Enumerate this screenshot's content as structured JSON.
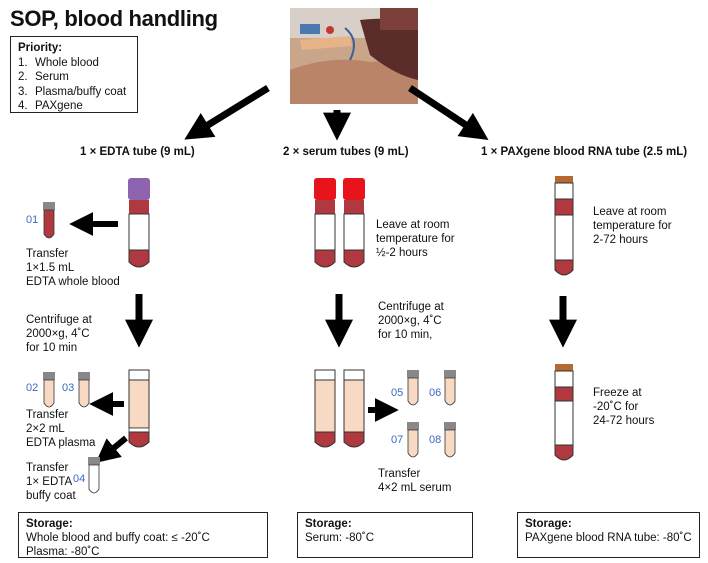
{
  "title": "SOP, blood handling",
  "priority": {
    "heading": "Priority:",
    "items": [
      {
        "num": "1.",
        "label": "Whole blood"
      },
      {
        "num": "2.",
        "label": "Serum"
      },
      {
        "num": "3.",
        "label": "Plasma/buffy coat"
      },
      {
        "num": "4.",
        "label": "PAXgene"
      }
    ]
  },
  "columns": {
    "edta": {
      "heading": "1 × EDTA tube (9 mL)",
      "transfer_whole_blood": [
        "Transfer",
        "1×1.5 mL",
        "EDTA whole blood"
      ],
      "centrifuge": [
        "Centrifuge at",
        "2000×g, 4˚C",
        "for 10 min"
      ],
      "transfer_plasma": [
        "Transfer",
        "2×2 mL",
        "EDTA plasma"
      ],
      "transfer_buffy": [
        "Transfer",
        "1× EDTA",
        "buffy coat"
      ],
      "aliquot_labels": {
        "a01": "01",
        "a02": "02",
        "a03": "03",
        "a04": "04"
      },
      "storage": {
        "heading": "Storage:",
        "lines": [
          "Whole blood and buffy coat: ≤ -20˚C",
          "Plasma: -80˚C"
        ]
      }
    },
    "serum": {
      "heading": "2 × serum tubes (9 mL)",
      "leave": [
        "Leave at room",
        "temperature for",
        "½-2 hours"
      ],
      "centrifuge": [
        "Centrifuge at",
        "2000×g, 4˚C",
        "for 10 min,"
      ],
      "transfer": [
        "Transfer",
        "4×2 mL serum"
      ],
      "aliquot_labels": {
        "a05": "05",
        "a06": "06",
        "a07": "07",
        "a08": "08"
      },
      "storage": {
        "heading": "Storage:",
        "lines": [
          "Serum: -80˚C"
        ]
      }
    },
    "paxgene": {
      "heading": "1 × PAXgene blood RNA tube (2.5 mL)",
      "leave": [
        "Leave at room",
        "temperature for",
        "2-72 hours"
      ],
      "freeze": [
        "Freeze at",
        "-20˚C for",
        "24-72 hours"
      ],
      "storage": {
        "heading": "Storage:",
        "lines": [
          "PAXgene blood RNA tube: -80˚C"
        ]
      }
    }
  },
  "colors": {
    "blood": "#b0383f",
    "plasma": "#f8d9c4",
    "edta_cap": "#8e63b0",
    "serum_cap": "#e8141c",
    "pax_cap": "#b56a34",
    "label_blue": "#3a6bbf"
  }
}
